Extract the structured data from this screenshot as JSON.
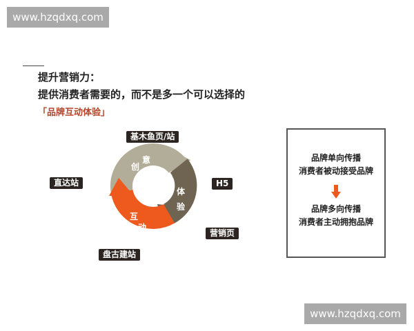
{
  "watermark": {
    "text": "www.hzqdxq.com"
  },
  "heading": {
    "line1": "提升营销力：",
    "line2": "提供消费者需要的，而不是多一个可以选择的",
    "highlight": "「品牌互动体验」"
  },
  "cycle": {
    "segments": [
      {
        "label": "创意",
        "color": "#b2ad98"
      },
      {
        "label": "体验",
        "color": "#6f6352"
      },
      {
        "label": "互动",
        "color": "#ee5a1e"
      }
    ],
    "tags": [
      "基木鱼页/站",
      "直达站",
      "H5",
      "营销页",
      "盘古建站"
    ]
  },
  "box": {
    "before_line1": "品牌单向传播",
    "before_line2": "消费者被动接受品牌",
    "arrow_color": "#ee5a1e",
    "after_line1": "品牌多向传播",
    "after_line2": "消费者主动拥抱品牌"
  },
  "colors": {
    "highlight": "#b5452a"
  }
}
